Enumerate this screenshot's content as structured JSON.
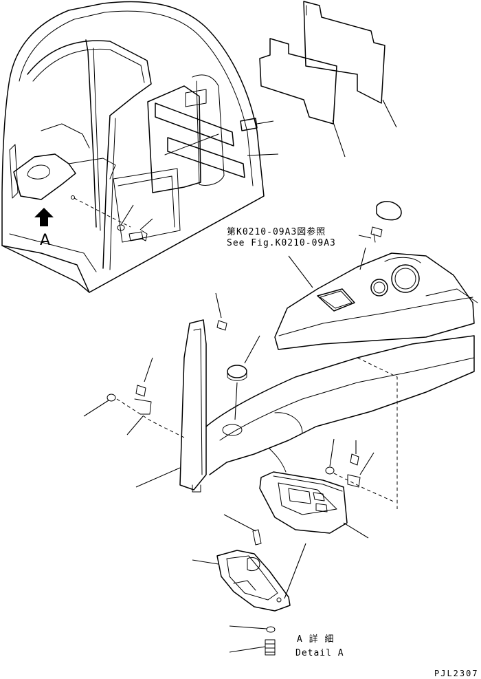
{
  "figure": {
    "reference_jp": "第K0210-09A3図参照",
    "reference_en": "See Fig.K0210-09A3",
    "view_marker": "A",
    "detail_jp": "A 詳 細",
    "detail_en": "Detail A",
    "drawing_code": "PJL2307"
  },
  "icons": {
    "view_arrow": "up-arrow-icon"
  }
}
